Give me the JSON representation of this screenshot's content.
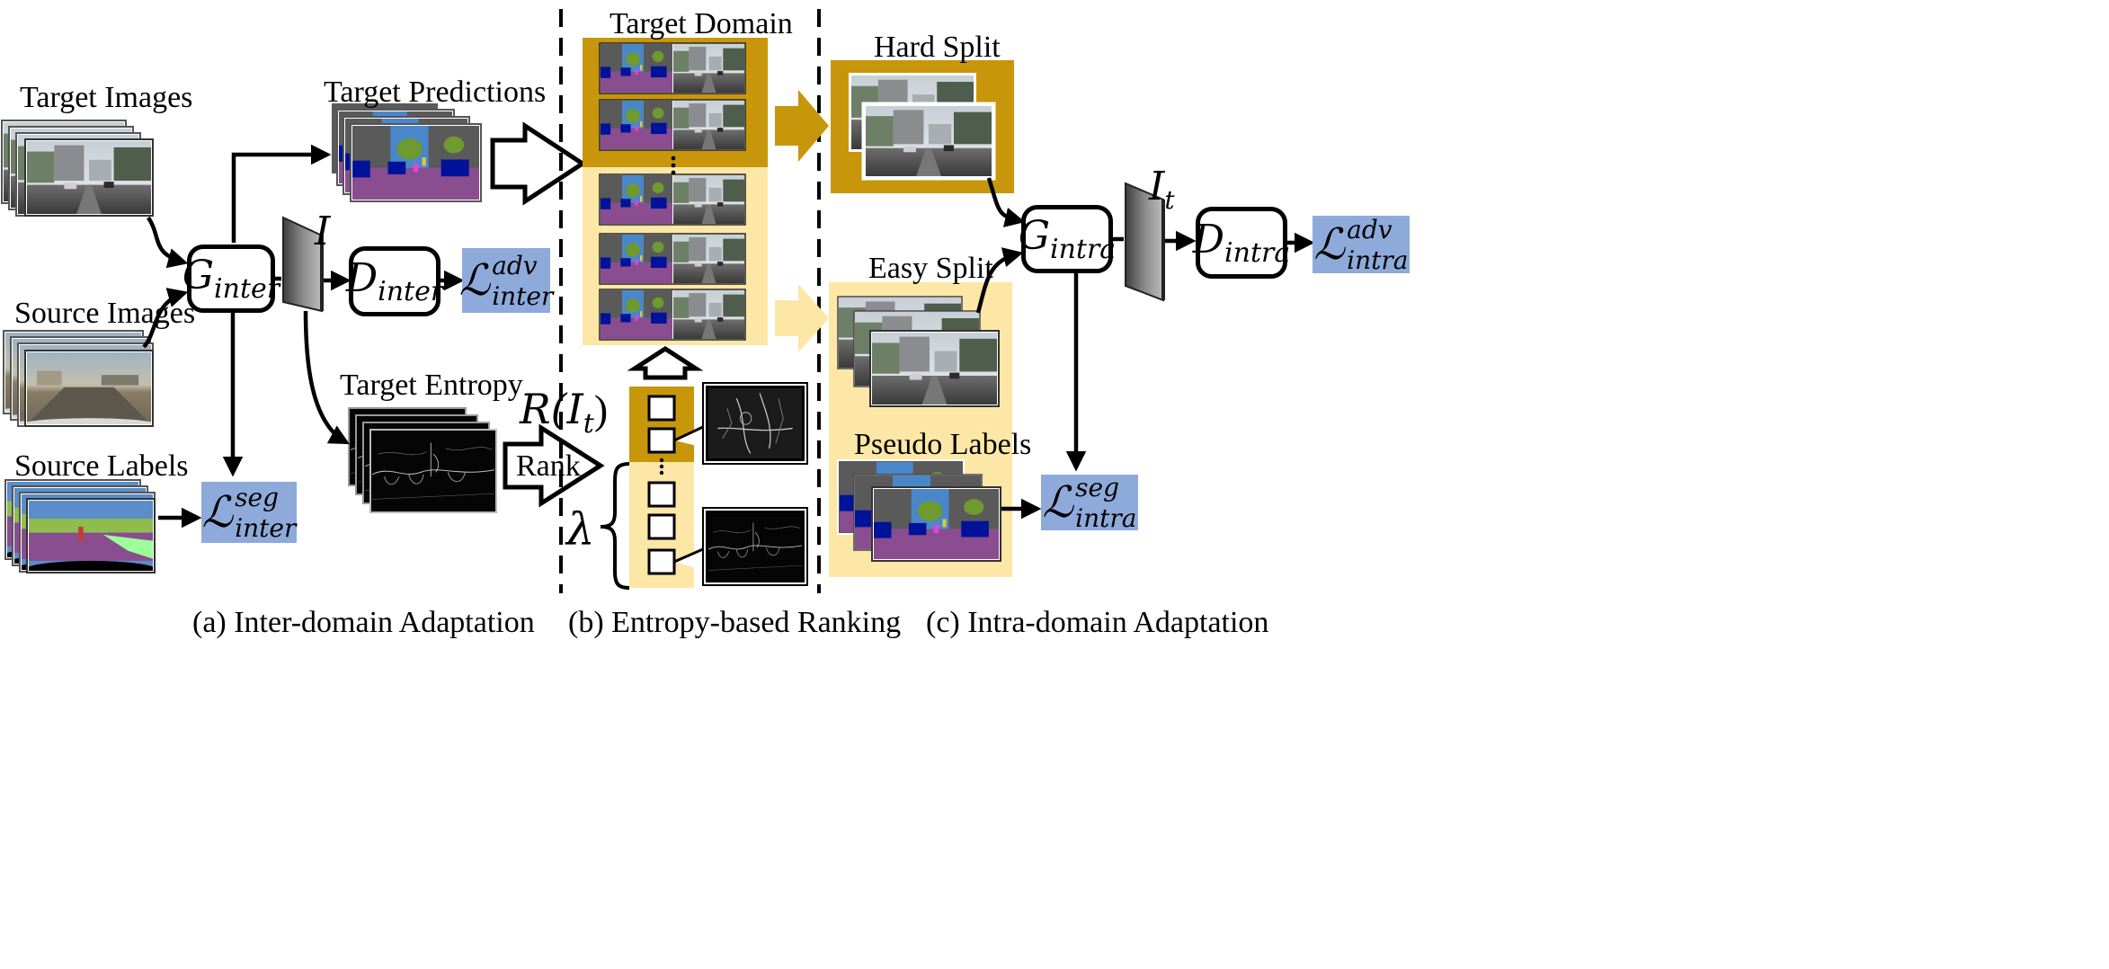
{
  "colors": {
    "hard_gold": "#c8960a",
    "easy_cream": "#fde7a6",
    "loss_blue": "#8eaadb",
    "seg_purple": "#8a4d8f",
    "seg_green": "#6e9a2f",
    "seg_road_pink": "#e442d8",
    "seg_navy": "#00129a",
    "sky_blue": "#4a87c8",
    "building_gray": "#5a5a5a",
    "arrow_black": "#000000"
  },
  "inputs": {
    "target_images": "Target Images",
    "source_images": "Source Images",
    "source_labels": "Source Labels"
  },
  "section_a": {
    "target_predictions": "Target Predictions",
    "target_entropy": "Target Entropy",
    "caption": "(a) Inter-domain Adaptation"
  },
  "section_b": {
    "target_domain": "Target Domain",
    "rank": "Rank",
    "ranking_func": "R(I",
    "ranking_sub": "t",
    "ranking_close": ")",
    "lambda": "λ",
    "caption": "(b) Entropy-based Ranking"
  },
  "section_c": {
    "hard_split": "Hard Split",
    "easy_split": "Easy Split",
    "pseudo_labels": "Pseudo Labels",
    "caption": "(c) Intra-domain Adaptation"
  },
  "nodes": {
    "g_inter": {
      "main": "G",
      "sub": "inter"
    },
    "d_inter": {
      "main": "D",
      "sub": "inter"
    },
    "g_intra": {
      "main": "G",
      "sub": "intra"
    },
    "d_intra": {
      "main": "D",
      "sub": "intra"
    },
    "feat_i": "I",
    "feat_it_main": "I",
    "feat_it_sub": "t"
  },
  "losses": {
    "inter_adv": {
      "sym": "ℒ",
      "sup": "adv",
      "sub": "inter"
    },
    "inter_seg": {
      "sym": "ℒ",
      "sup": "seg",
      "sub": "inter"
    },
    "intra_adv": {
      "sym": "ℒ",
      "sup": "adv",
      "sub": "intra"
    },
    "intra_seg": {
      "sym": "ℒ",
      "sup": "seg",
      "sub": "intra"
    }
  }
}
